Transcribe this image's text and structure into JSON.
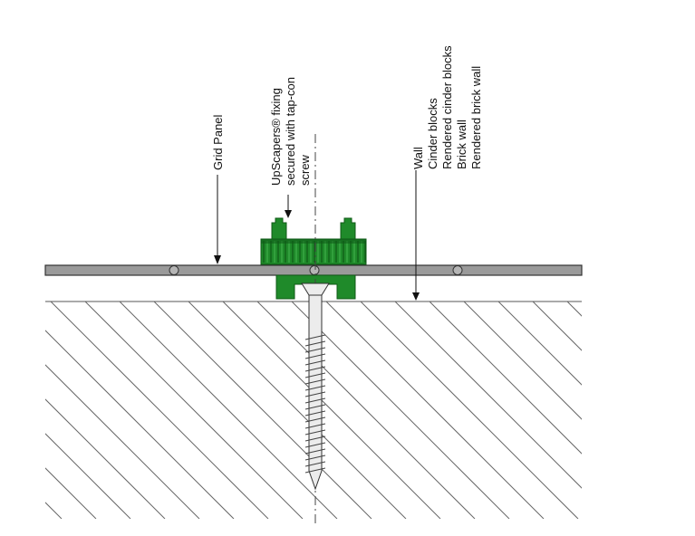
{
  "labels": {
    "grid_panel": "Grid Panel",
    "fixing": [
      "UpScapers® fixing",
      "secured with tap-con",
      "screw"
    ],
    "wall": [
      "Wall",
      "Cinder blocks",
      "Rendered cinder blocks",
      "Brick wall",
      "Rendered brick wall"
    ]
  },
  "colors": {
    "fixing_green": "#1f8a2a",
    "fixing_green_dark": "#0f5a17",
    "fixing_green_light": "#3fb04a",
    "panel_fill": "#9a9a9a",
    "screw_fill": "#ececec",
    "hatch_stroke": "#666666",
    "outline": "#333333"
  }
}
